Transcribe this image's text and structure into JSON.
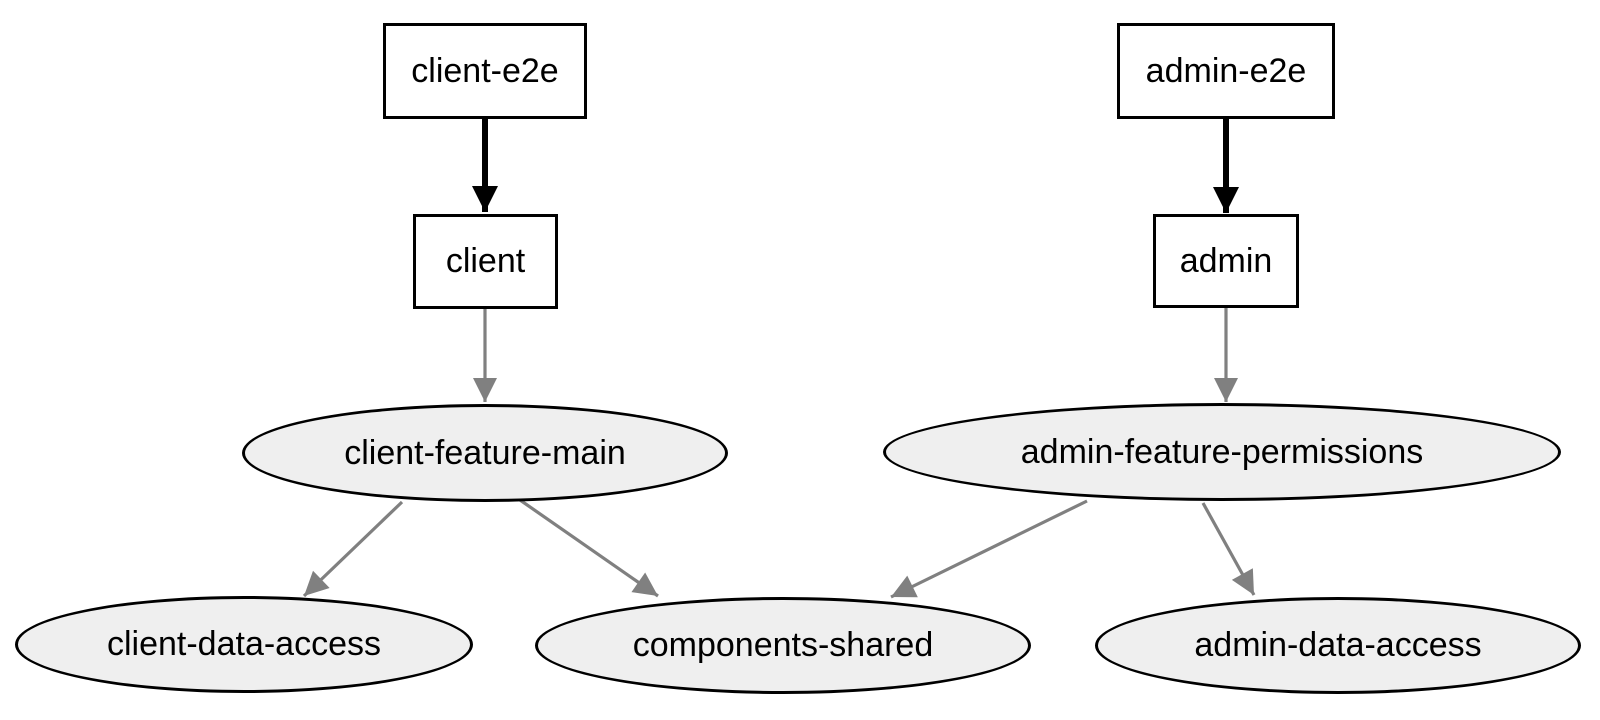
{
  "diagram": {
    "type": "dependency-graph",
    "background": "#ffffff",
    "colors": {
      "app_node_fill": "#ffffff",
      "lib_node_fill": "#efefef",
      "node_border": "#000000",
      "edge_strong": "#000000",
      "edge_regular": "#808080",
      "text": "#000000"
    },
    "nodes": [
      {
        "id": "client-e2e",
        "label": "client-e2e",
        "shape": "box"
      },
      {
        "id": "admin-e2e",
        "label": "admin-e2e",
        "shape": "box"
      },
      {
        "id": "client",
        "label": "client",
        "shape": "box"
      },
      {
        "id": "admin",
        "label": "admin",
        "shape": "box"
      },
      {
        "id": "client-feature-main",
        "label": "client-feature-main",
        "shape": "ellipse"
      },
      {
        "id": "admin-feature-permissions",
        "label": "admin-feature-permissions",
        "shape": "ellipse"
      },
      {
        "id": "client-data-access",
        "label": "client-data-access",
        "shape": "ellipse"
      },
      {
        "id": "components-shared",
        "label": "components-shared",
        "shape": "ellipse"
      },
      {
        "id": "admin-data-access",
        "label": "admin-data-access",
        "shape": "ellipse"
      }
    ],
    "edges": [
      {
        "from": "client-e2e",
        "to": "client",
        "style": "strong"
      },
      {
        "from": "admin-e2e",
        "to": "admin",
        "style": "strong"
      },
      {
        "from": "client",
        "to": "client-feature-main",
        "style": "regular"
      },
      {
        "from": "admin",
        "to": "admin-feature-permissions",
        "style": "regular"
      },
      {
        "from": "client-feature-main",
        "to": "client-data-access",
        "style": "regular"
      },
      {
        "from": "client-feature-main",
        "to": "components-shared",
        "style": "regular"
      },
      {
        "from": "admin-feature-permissions",
        "to": "components-shared",
        "style": "regular"
      },
      {
        "from": "admin-feature-permissions",
        "to": "admin-data-access",
        "style": "regular"
      }
    ]
  }
}
